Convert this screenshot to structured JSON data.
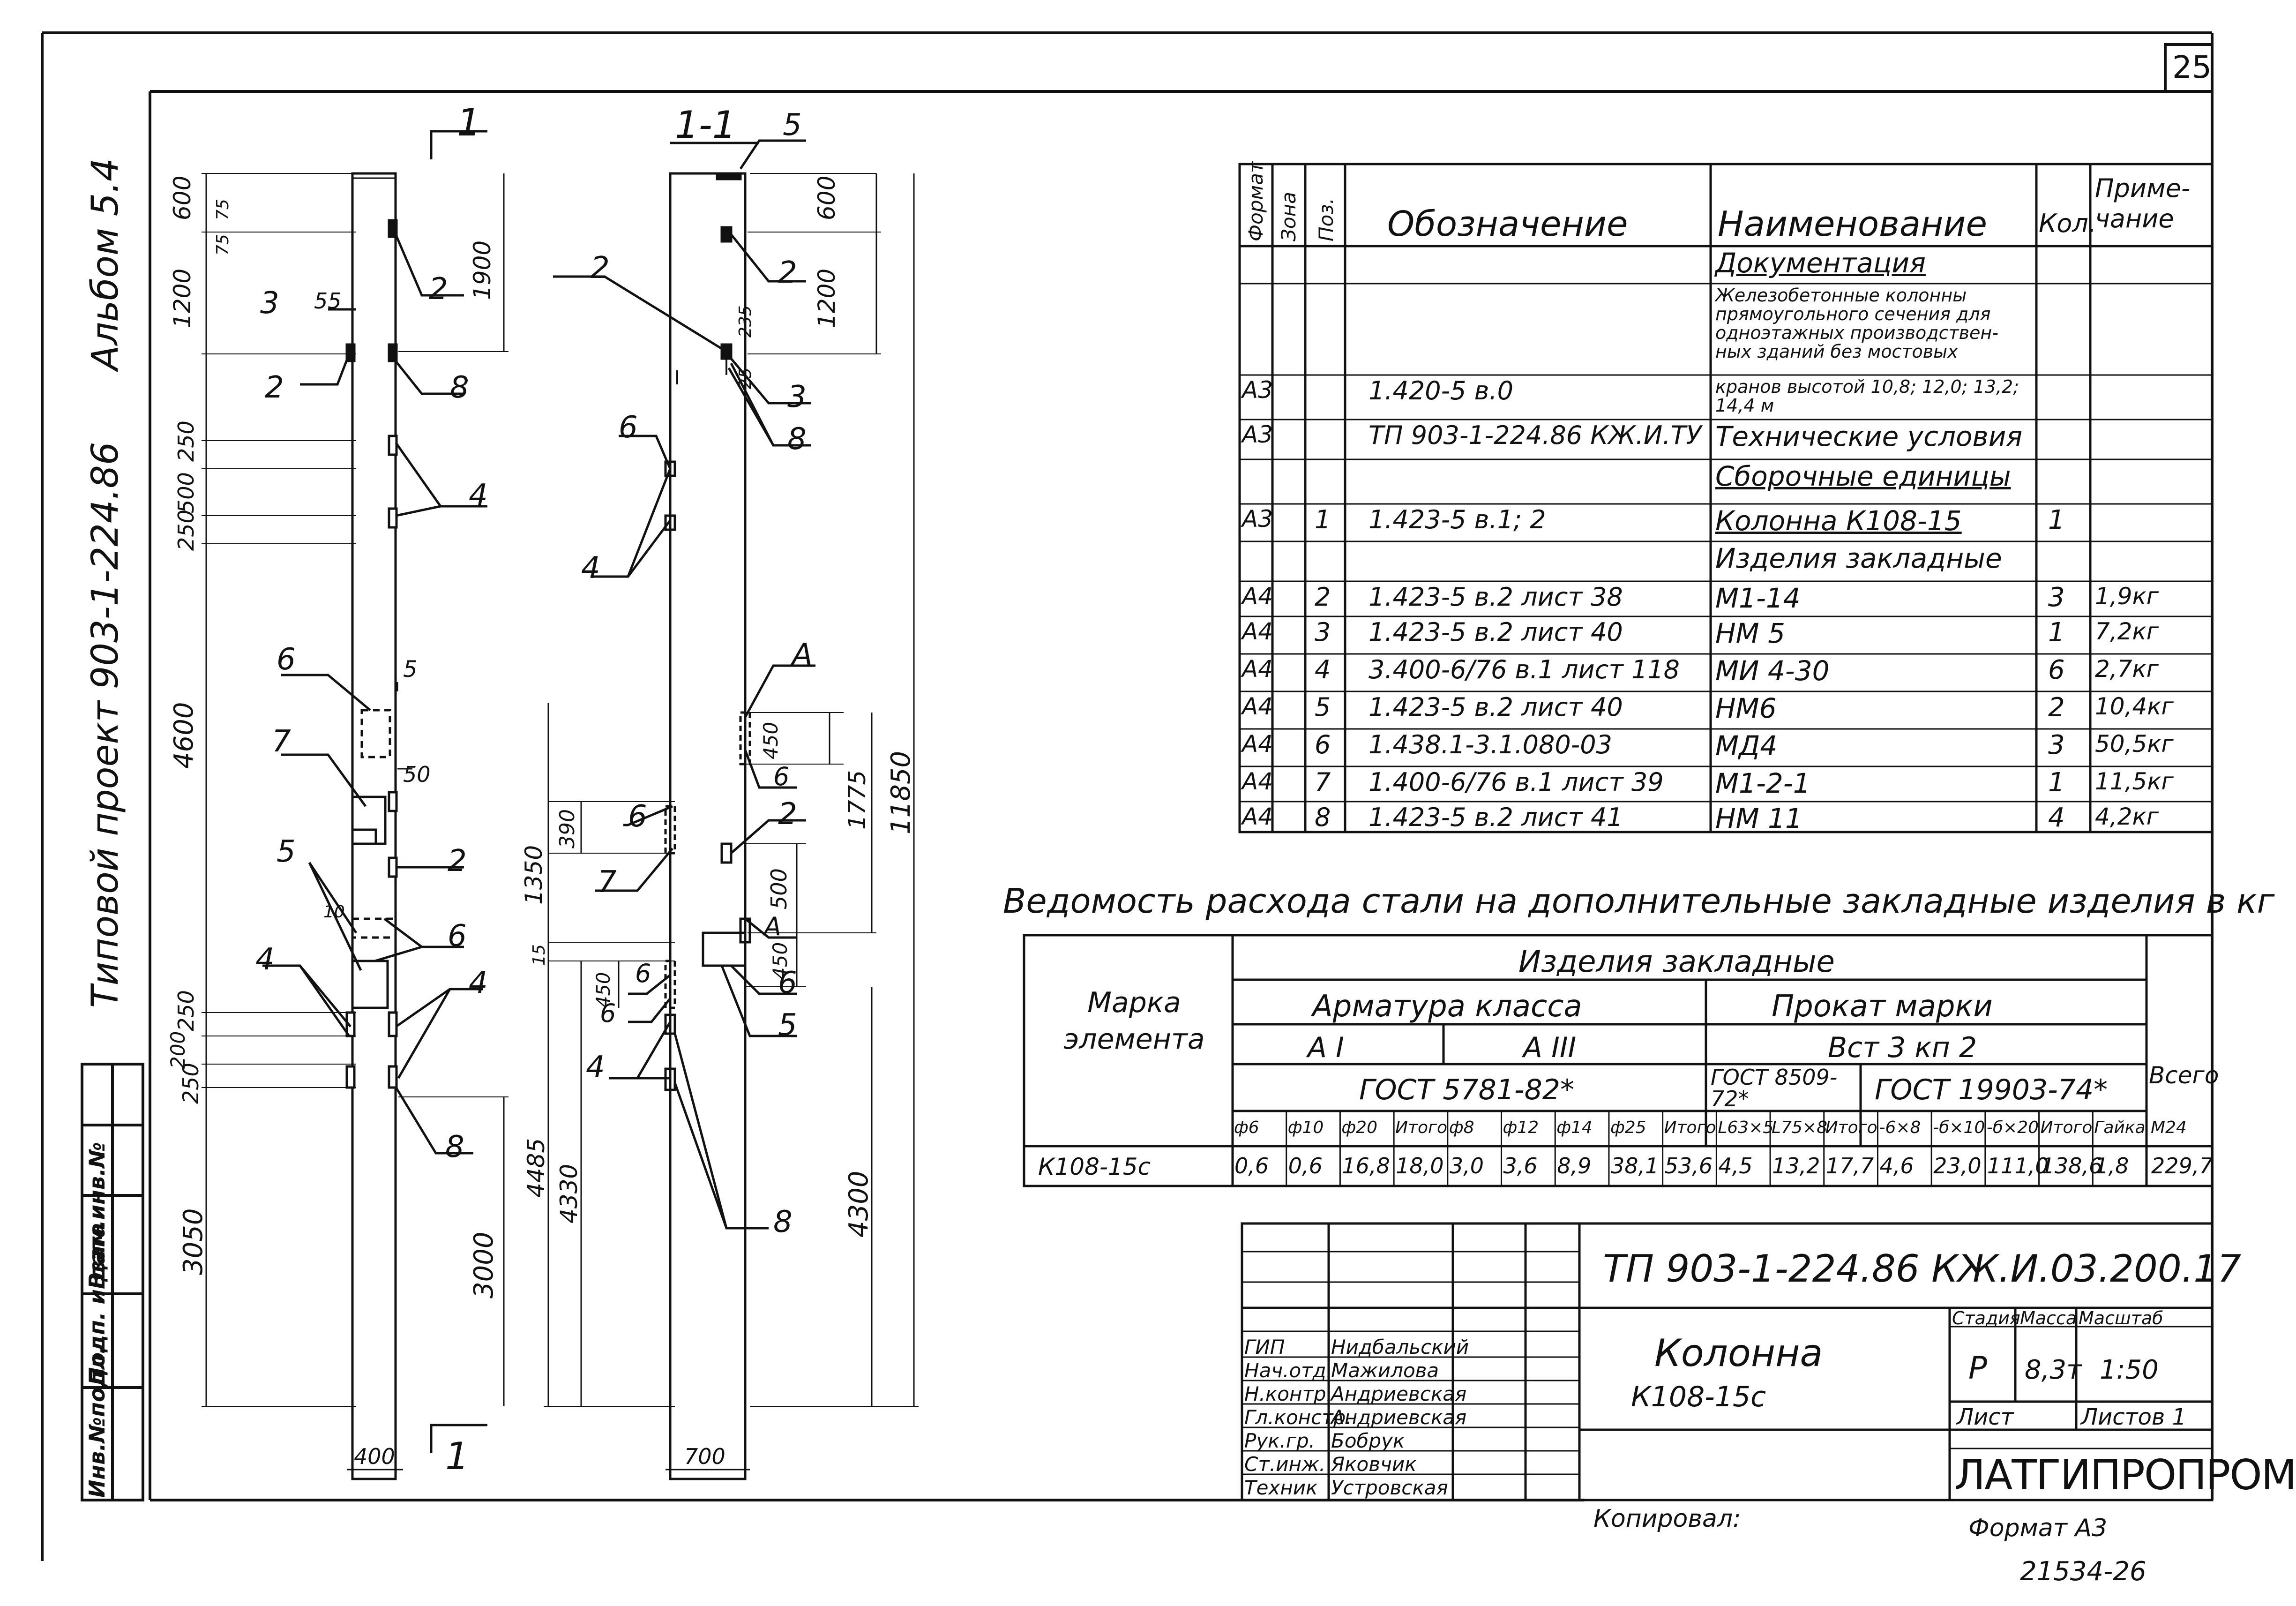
{
  "sheet_number": "25",
  "side_texts": {
    "album": "Альбом 5.4",
    "project": "Типовой проект 903-1-224.86",
    "stamp_inv": "Инв.№подл.",
    "stamp_sign": "Подп. и дата",
    "stamp_vzam": "Взам.инв.№"
  },
  "view1": {
    "section_mark": "1",
    "section_mark_bottom": "1",
    "dims_left": [
      "600",
      "1200",
      "250",
      "500",
      "250",
      "4600",
      "250",
      "200",
      "250",
      "3050"
    ],
    "dims_small": [
      "75",
      "75",
      "55",
      "10"
    ],
    "dims_right": [
      "1900",
      "3000"
    ],
    "width": "400",
    "dim_50": "50",
    "callouts": [
      "2",
      "3",
      "2",
      "8",
      "4",
      "5",
      "6",
      "7",
      "2",
      "5",
      "6",
      "4",
      "4",
      "8",
      "6"
    ]
  },
  "view2": {
    "title": "1-1",
    "callouts": [
      "5",
      "2",
      "2",
      "3",
      "8",
      "6",
      "4",
      "А",
      "6",
      "6",
      "7",
      "2",
      "А",
      "6",
      "5",
      "6",
      "6",
      "4",
      "8"
    ],
    "dims_right": [
      "600",
      "1200",
      "235",
      "25",
      "11850",
      "450",
      "1775",
      "500",
      "450",
      "4300"
    ],
    "dims_left": [
      "390",
      "1350",
      "15",
      "450",
      "4485",
      "4330"
    ],
    "width": "700"
  },
  "spec_table": {
    "headers": [
      "Формат",
      "Зона",
      "Поз.",
      "Обозначение",
      "Наименование",
      "Кол.",
      "Приме-чание"
    ],
    "rows": [
      {
        "fmt": "",
        "zone": "",
        "pos": "",
        "desig": "",
        "name": "Документация",
        "qty": "",
        "note": "",
        "underline": true
      },
      {
        "fmt": "",
        "zone": "",
        "pos": "",
        "desig": "",
        "name": "Железобетонные колонны прямоугольного сечения для одноэтажных производствен-ных зданий без мостовых",
        "qty": "",
        "note": "",
        "small": true
      },
      {
        "fmt": "А3",
        "zone": "",
        "pos": "",
        "desig": "1.420-5 в.0",
        "name": "кранов высотой 10,8; 12,0; 13,2; 14,4 м",
        "qty": "",
        "note": "",
        "small": true
      },
      {
        "fmt": "А3",
        "zone": "",
        "pos": "",
        "desig": "ТП 903-1-224.86 КЖ.И.ТУ",
        "name": "Технические условия",
        "qty": "",
        "note": ""
      },
      {
        "fmt": "",
        "zone": "",
        "pos": "",
        "desig": "",
        "name": "Сборочные единицы",
        "qty": "",
        "note": "",
        "underline": true
      },
      {
        "fmt": "А3",
        "zone": "",
        "pos": "1",
        "desig": "1.423-5 в.1; 2",
        "name": "Колонна К108-15",
        "qty": "1",
        "note": "",
        "underline": true
      },
      {
        "fmt": "",
        "zone": "",
        "pos": "",
        "desig": "",
        "name": "Изделия закладные",
        "qty": "",
        "note": ""
      },
      {
        "fmt": "А4",
        "zone": "",
        "pos": "2",
        "desig": "1.423-5 в.2 лист 38",
        "name": "М1-14",
        "qty": "3",
        "note": "1,9кг"
      },
      {
        "fmt": "А4",
        "zone": "",
        "pos": "3",
        "desig": "1.423-5 в.2 лист 40",
        "name": "НМ 5",
        "qty": "1",
        "note": "7,2кг"
      },
      {
        "fmt": "А4",
        "zone": "",
        "pos": "4",
        "desig": "3.400-6/76 в.1 лист 118",
        "name": "МИ 4-30",
        "qty": "6",
        "note": "2,7кг"
      },
      {
        "fmt": "А4",
        "zone": "",
        "pos": "5",
        "desig": "1.423-5 в.2 лист 40",
        "name": "НМ6",
        "qty": "2",
        "note": "10,4кг"
      },
      {
        "fmt": "А4",
        "zone": "",
        "pos": "6",
        "desig": "1.438.1-3.1.080-03",
        "name": "МД4",
        "qty": "3",
        "note": "50,5кг"
      },
      {
        "fmt": "А4",
        "zone": "",
        "pos": "7",
        "desig": "1.400-6/76 в.1 лист 39",
        "name": "М1-2-1",
        "qty": "1",
        "note": "11,5кг"
      },
      {
        "fmt": "А4",
        "zone": "",
        "pos": "8",
        "desig": "1.423-5 в.2 лист 41",
        "name": "НМ 11",
        "qty": "4",
        "note": "4,2кг"
      }
    ]
  },
  "steel_table": {
    "title": "Ведомость расхода стали на дополнительные закладные изделия в кг",
    "mark_header": "Марка элемента",
    "group_header": "Изделия закладные",
    "armature_header": "Арматура класса",
    "prokat_header": "Прокат марки",
    "class_a1": "А I",
    "class_a3": "А III",
    "vst": "Вст 3 кп 2",
    "gost1": "ГОСТ 5781-82*",
    "gost2": "ГОСТ 8509-72*",
    "gost3": "ГОСТ 19903-74*",
    "total_header": "Всего",
    "cols": [
      "ф6",
      "ф10",
      "ф20",
      "Итого",
      "ф8",
      "ф12",
      "ф14",
      "ф25",
      "Итого",
      "L63×5",
      "L75×8",
      "Итого",
      "-6×8",
      "-б×10",
      "-б×20",
      "Итого",
      "Гайка М24"
    ],
    "row_mark": "К108-15с",
    "values": [
      "0,6",
      "0,6",
      "16,8",
      "18,0",
      "3,0",
      "3,6",
      "8,9",
      "38,1",
      "53,6",
      "4,5",
      "13,2",
      "17,7",
      "4,6",
      "23,0",
      "111,0",
      "138,6",
      "1,8",
      "229,7"
    ]
  },
  "title_block": {
    "code": "ТП 903-1-224.86 КЖ.И.03.200.17",
    "title": "Колонна",
    "subtitle": "К108-15с",
    "stage_label": "Стадия",
    "mass_label": "Масса",
    "scale_label": "Масштаб",
    "stage": "Р",
    "mass": "8,3т",
    "scale": "1:50",
    "sheet_label": "Лист",
    "sheets_label": "Листов 1",
    "org": "ЛАТГИПРОПРОМ",
    "roles": [
      {
        "role": "ГИП",
        "name": "Нидбальский"
      },
      {
        "role": "Нач.отд.",
        "name": "Мажилова"
      },
      {
        "role": "Н.контр.",
        "name": "Андриевская"
      },
      {
        "role": "Гл.констр.",
        "name": "Андриевская"
      },
      {
        "role": "Рук.гр.",
        "name": "Бобрук"
      },
      {
        "role": "Ст.инж.",
        "name": "Яковчик"
      },
      {
        "role": "Техник",
        "name": "Устровская"
      }
    ]
  },
  "footer": {
    "copied": "Копировал:",
    "format": "Формат А3",
    "number": "21534-26"
  }
}
